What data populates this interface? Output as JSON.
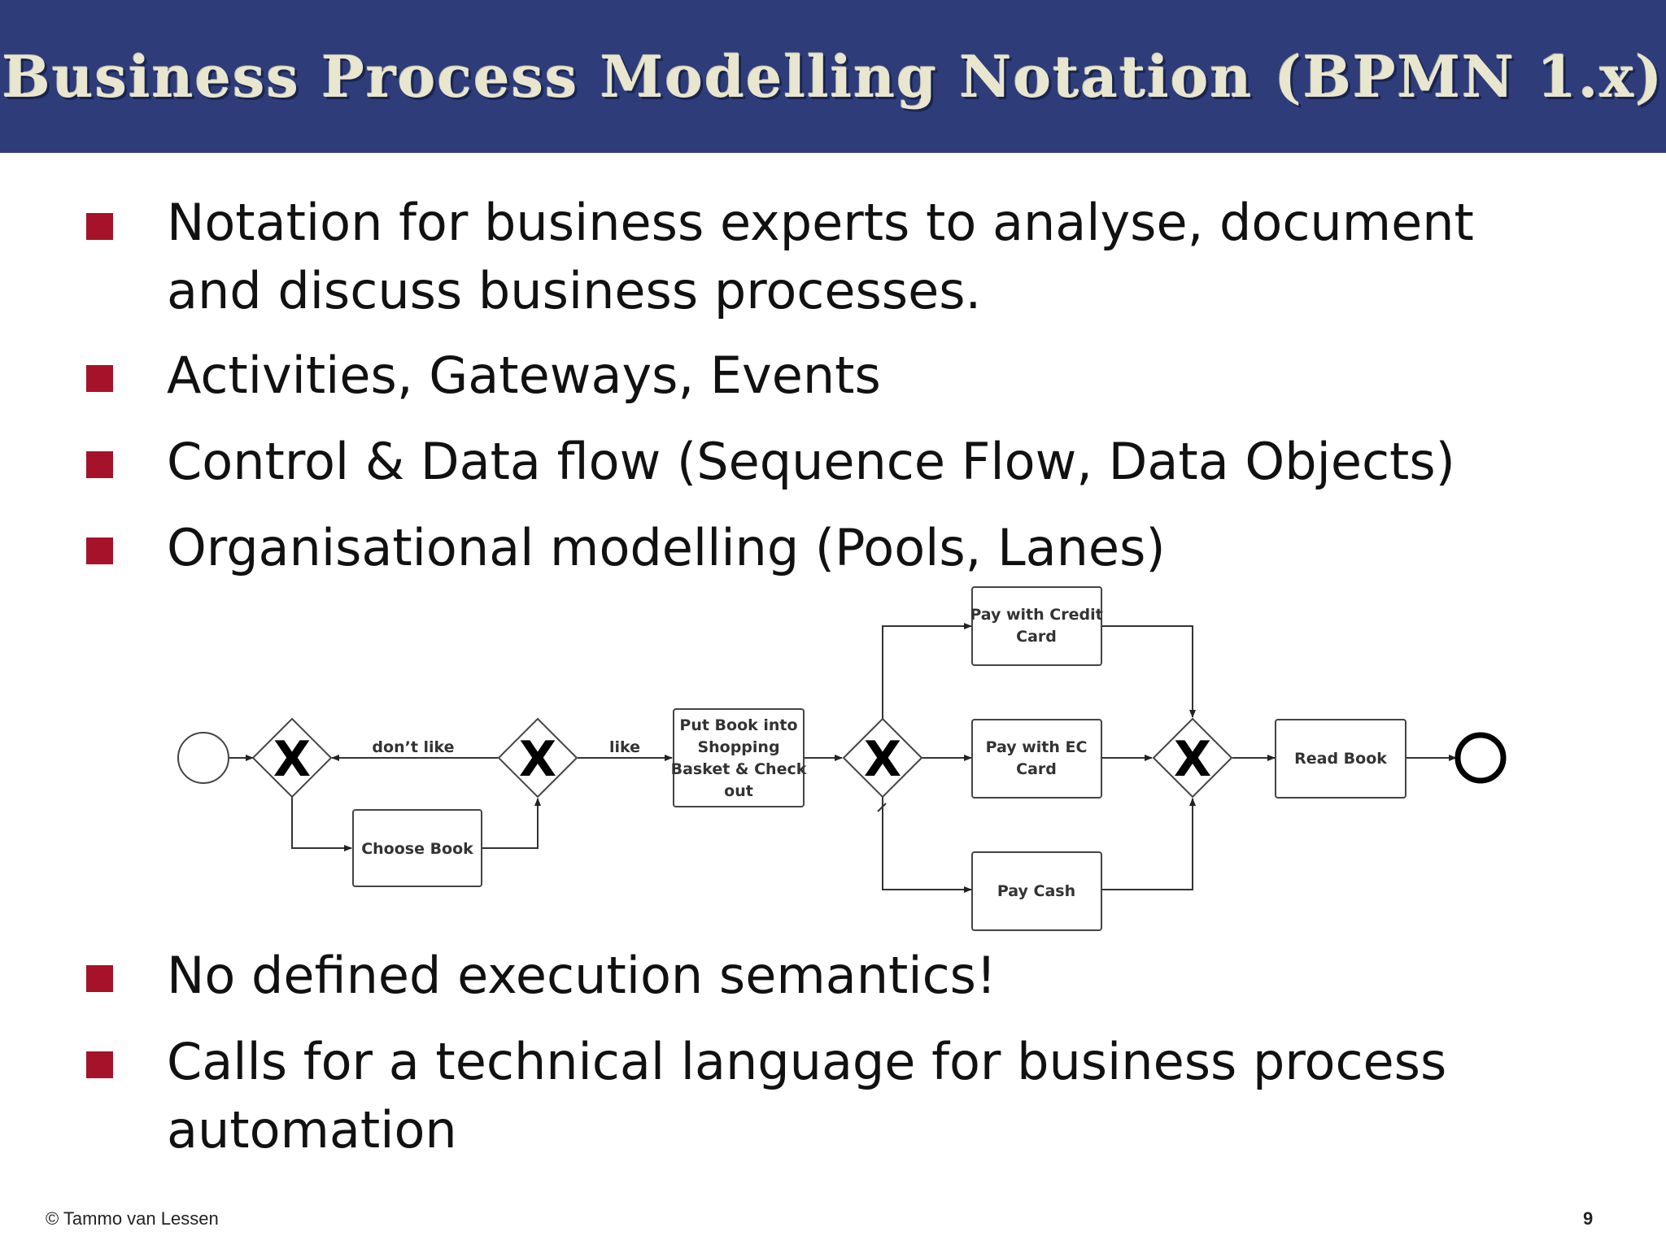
{
  "slide": {
    "title": "Business Process Modelling Notation (BPMN 1.x)",
    "bullets_top": [
      {
        "line1": "Notation for business experts to analyse, document",
        "line2": "and discuss business processes."
      },
      {
        "line1": "Activities, Gateways, Events"
      },
      {
        "line1": "Control & Data flow (Sequence Flow, Data Objects)"
      },
      {
        "line1": "Organisational modelling (Pools, Lanes)"
      }
    ],
    "bullets_bottom": [
      {
        "line1": "No defined execution semantics!"
      },
      {
        "line1": "Calls for a technical language for business process",
        "line2": "automation"
      }
    ],
    "footer_left": "© Tammo van Lessen",
    "page_number": "9",
    "colors": {
      "title_bar": "#2e3d7a",
      "bullet": "#a5122a"
    }
  },
  "diagram": {
    "gateway_symbol": "X",
    "edge_labels": {
      "dont_like": "don’t like",
      "like": "like"
    },
    "tasks": {
      "choose_book": [
        "Choose Book"
      ],
      "put_book": [
        "Put Book into",
        "Shopping",
        "Basket & Check",
        "out"
      ],
      "pay_credit": [
        "Pay with Credit",
        "Card"
      ],
      "pay_ec": [
        "Pay with EC",
        "Card"
      ],
      "pay_cash": [
        "Pay Cash"
      ],
      "read_book": [
        "Read Book"
      ]
    }
  }
}
